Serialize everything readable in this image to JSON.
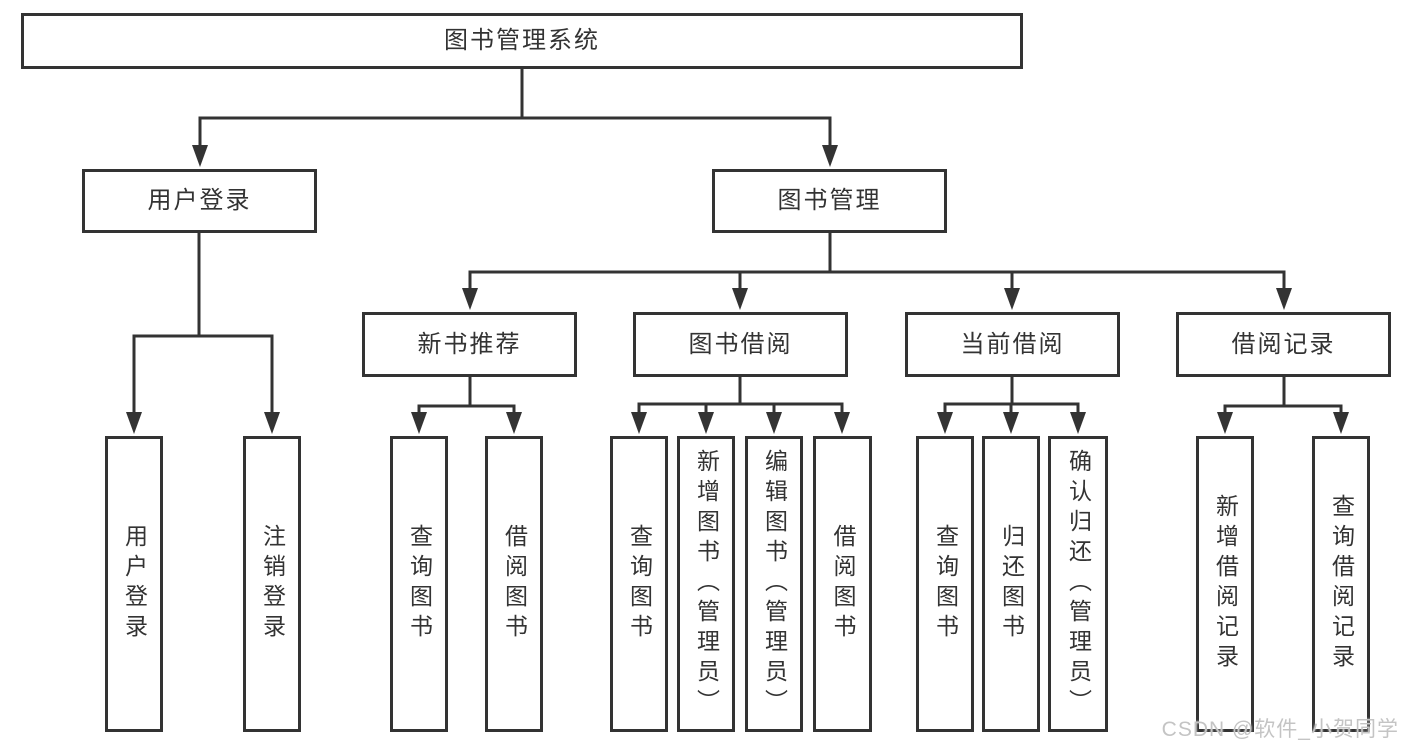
{
  "nodes": {
    "root": "图书管理系统",
    "user_login": "用户登录",
    "book_management": "图书管理",
    "new_book_recommendation": "新书推荐",
    "book_borrowing": "图书借阅",
    "current_borrowing": "当前借阅",
    "borrowing_records": "借阅记录"
  },
  "leaves": {
    "user": [
      "用户登录",
      "注销登录"
    ],
    "recommend": [
      "查询图书",
      "借阅图书"
    ],
    "borrow": [
      "查询图书",
      "新增图书（管理员）",
      "编辑图书（管理员）",
      "借阅图书"
    ],
    "current": [
      "查询图书",
      "归还图书",
      "确认归还（管理员）"
    ],
    "record": [
      "新增借阅记录",
      "查询借阅记录"
    ]
  },
  "watermark": {
    "text": "CSDN @软件_小贺同学"
  },
  "colors": {
    "line": "#333333",
    "box_border": "#333333",
    "text": "#333333",
    "watermark": "#c4c4c4",
    "background": "#ffffff"
  }
}
